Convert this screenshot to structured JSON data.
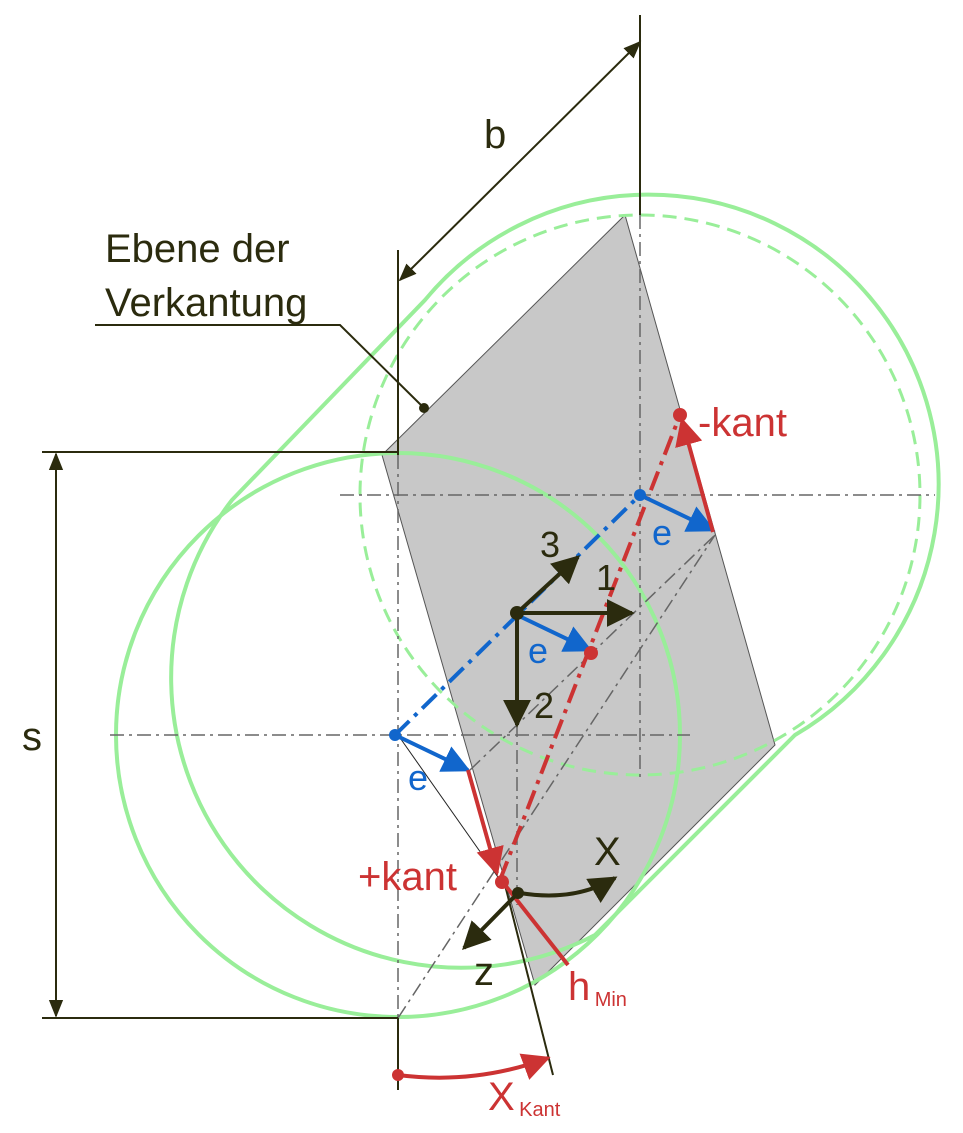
{
  "labels": {
    "b": "b",
    "s": "s",
    "ebene_line1": "Ebene der",
    "ebene_line2": "Verkantung",
    "minus_kant": "-kant",
    "plus_kant": "+kant",
    "e_top": "e",
    "e_mid": "e",
    "e_bottom": "e",
    "axis_1": "1",
    "axis_2": "2",
    "axis_3": "3",
    "x": "X",
    "z": "z",
    "h_main": "h",
    "h_sub": "Min",
    "xkant_main": "X",
    "xkant_sub": "Kant"
  },
  "colors": {
    "green": "#99ee99",
    "red": "#cc3333",
    "blue": "#1166cc",
    "dark": "#2b2b0e",
    "gray": "#c8c8c8",
    "centerline": "#666666"
  }
}
